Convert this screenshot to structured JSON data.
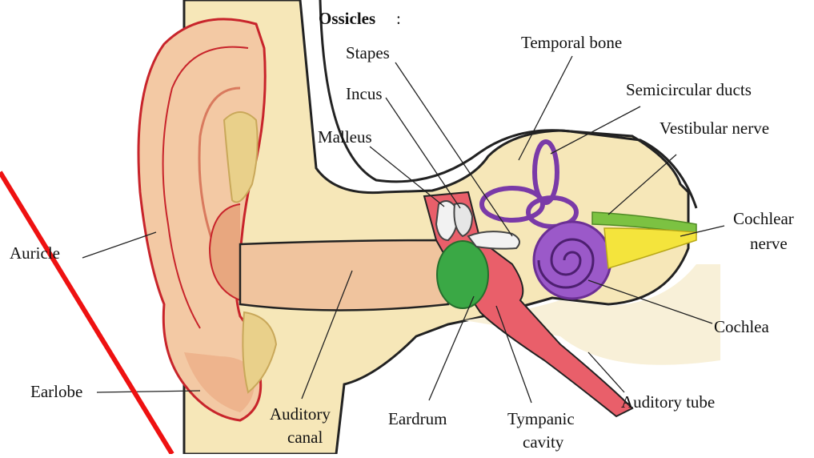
{
  "labels": {
    "ossicles": "Ossicles",
    "ossicles_colon": ":",
    "stapes": "Stapes",
    "incus": "Incus",
    "malleus": "Malleus",
    "temporal_bone": "Temporal bone",
    "semicircular_ducts": "Semicircular ducts",
    "vestibular_nerve": "Vestibular  nerve",
    "cochlear_nerve_1": "Cochlear",
    "cochlear_nerve_2": "nerve",
    "auricle": "Auricle",
    "cochlea": "Cochlea",
    "earlobe": "Earlobe",
    "auditory_canal_1": "Auditory",
    "auditory_canal_2": "canal",
    "eardrum": "Eardrum",
    "tympanic_cavity_1": "Tympanic",
    "tympanic_cavity_2": "cavity",
    "auditory_tube": "Auditory tube"
  },
  "colors": {
    "skin": "#f3c9a4",
    "skin_dark": "#e8a77f",
    "outline_red": "#c8242b",
    "bone": "#f6e7b8",
    "cartilage": "#e9d08a",
    "eardrum": "#3aa845",
    "tympanic": "#e95f6a",
    "inner_ear": "#9b59c9",
    "nerve_yellow": "#f4e43c",
    "nerve_green": "#7cc242",
    "diagonal_mark": "#ee1111"
  }
}
